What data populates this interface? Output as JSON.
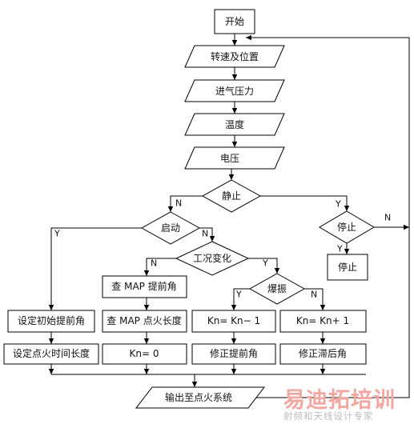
{
  "nodes": {
    "start": "开始",
    "speed_position": "转速及位置",
    "intake_pressure": "进气压力",
    "temperature": "温度",
    "voltage": "电压",
    "static": "静止",
    "startup": "启动",
    "stall": "停止",
    "stop": "停止",
    "condition_change": "工况变化",
    "knock": "爆振",
    "lookup_advance": "查 MAP 提前角",
    "lookup_duration": "查 MAP 点火长度",
    "kn_zero": "Kn= 0",
    "kn_minus": "Kn= Kn− 1",
    "kn_plus": "Kn= Kn+ 1",
    "fix_advance": "修正提前角",
    "fix_lag": "修正滞后角",
    "init_advance": "设定初始提前角",
    "ignition_time": "设定点火时间长度",
    "output": "输出至点火系统"
  },
  "branch_labels": {
    "static_no": "N",
    "static_yes": "Y",
    "startup_yes": "Y",
    "startup_no": "N",
    "stall_no": "N",
    "stall_yes": "Y",
    "condition_no": "N",
    "condition_yes": "Y",
    "knock_yes": "Y",
    "knock_no": "N"
  },
  "watermark": {
    "brand": "易迪拓培训",
    "tagline": "射频和天线设计专家"
  }
}
